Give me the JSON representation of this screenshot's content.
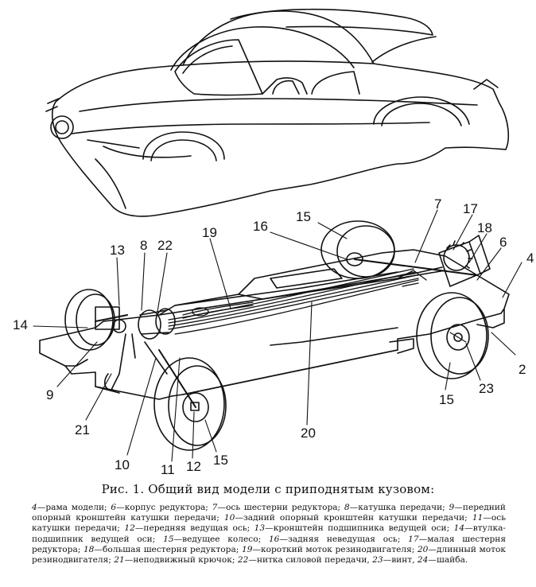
{
  "figure": {
    "labels": [
      {
        "id": "13",
        "text": "13"
      },
      {
        "id": "8",
        "text": "8"
      },
      {
        "id": "22",
        "text": "22"
      },
      {
        "id": "19",
        "text": "19"
      },
      {
        "id": "16",
        "text": "16"
      },
      {
        "id": "15a",
        "text": "15"
      },
      {
        "id": "7",
        "text": "7"
      },
      {
        "id": "17",
        "text": "17"
      },
      {
        "id": "18",
        "text": "18"
      },
      {
        "id": "6",
        "text": "6"
      },
      {
        "id": "4",
        "text": "4"
      },
      {
        "id": "14",
        "text": "14"
      },
      {
        "id": "9",
        "text": "9"
      },
      {
        "id": "21",
        "text": "21"
      },
      {
        "id": "10",
        "text": "10"
      },
      {
        "id": "11",
        "text": "11"
      },
      {
        "id": "12",
        "text": "12"
      },
      {
        "id": "15b",
        "text": "15"
      },
      {
        "id": "20",
        "text": "20"
      },
      {
        "id": "15c",
        "text": "15"
      },
      {
        "id": "23",
        "text": "23"
      },
      {
        "id": "2",
        "text": "2"
      }
    ]
  },
  "caption": "Рис. 1. Общий вид модели с приподнятым кузовом:",
  "legend": [
    {
      "num": "4",
      "text": "—рама модели; "
    },
    {
      "num": "6",
      "text": "—корпус редуктора; "
    },
    {
      "num": "7",
      "text": "—ось шестерни редуктора; "
    },
    {
      "num": "8",
      "text": "—катушка передачи; "
    },
    {
      "num": "9",
      "text": "—передний опорный кронштейн катушки передачи; "
    },
    {
      "num": "10",
      "text": "—задний опорный кронштейн катушки передачи; "
    },
    {
      "num": "11",
      "text": "—ось катушки передачи; "
    },
    {
      "num": "12",
      "text": "—передняя ведущая ось; "
    },
    {
      "num": "13",
      "text": "—кронштейн подшипника ведущей оси; "
    },
    {
      "num": "14",
      "text": "—втулка-подшипник ведущей оси; "
    },
    {
      "num": "15",
      "text": "—ведущее колесо; "
    },
    {
      "num": "16",
      "text": "—задняя неведущая ось; "
    },
    {
      "num": "17",
      "text": "—малая шестерня редуктора; "
    },
    {
      "num": "18",
      "text": "—большая шестерня редуктора; "
    },
    {
      "num": "19",
      "text": "—короткий моток резинодвигателя; "
    },
    {
      "num": "20",
      "text": "—длинный моток резинодвигателя; "
    },
    {
      "num": "21",
      "text": "—неподвижный крючок; "
    },
    {
      "num": "22",
      "text": "—нитка силовой передачи, "
    },
    {
      "num": "23",
      "text": "—винт, "
    },
    {
      "num": "24",
      "text": "—шайба."
    }
  ]
}
